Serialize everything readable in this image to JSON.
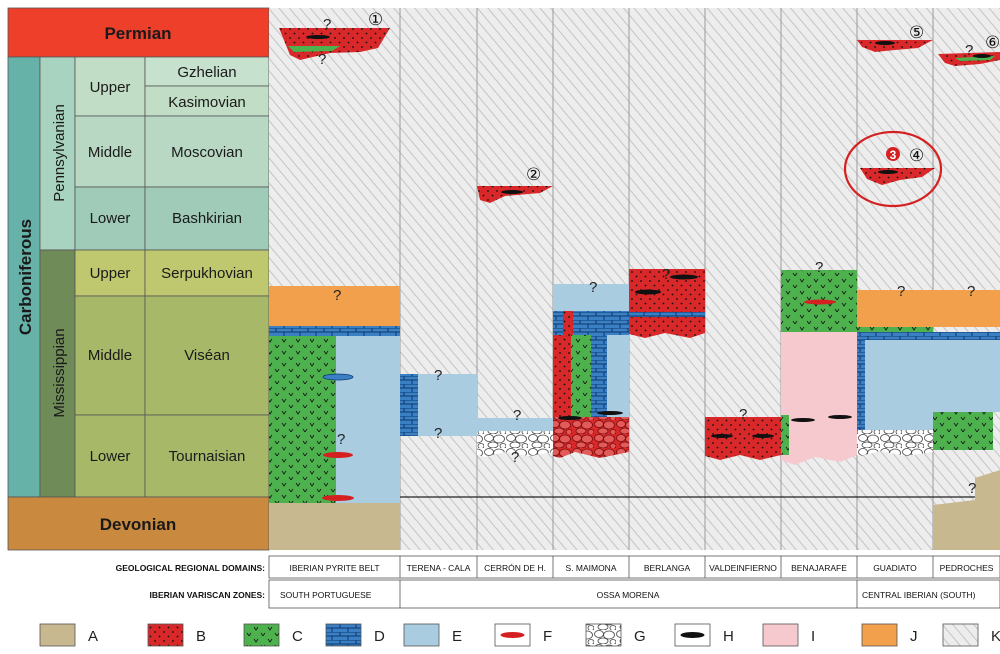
{
  "colors": {
    "permian": "#ee3f2a",
    "carboniferous": "#66b2a9",
    "pennsylvanian": "#a9d3c1",
    "mississippian": "#6f8c58",
    "mississippian_epochs": "#a7b969",
    "devonian": "#c98a3f",
    "A": "#c8b890",
    "B": "#d9282a",
    "C": "#4db14e",
    "D": "#3b7fc4",
    "E": "#a9cce0",
    "F": "#d42020",
    "H": "#111111",
    "I": "#f6c9cf",
    "J": "#f3a04c",
    "K": "#e2e2e2",
    "highlight": "#d42020"
  },
  "periods": {
    "permian": "Permian",
    "carboniferous": "Carboniferous",
    "devonian": "Devonian"
  },
  "subperiods": {
    "pennsylvanian": "Pennsylvanian",
    "mississippian": "Mississippian"
  },
  "epochs": {
    "penn_upper": "Upper",
    "penn_middle": "Middle",
    "penn_lower": "Lower",
    "miss_upper": "Upper",
    "miss_middle": "Middle",
    "miss_lower": "Lower"
  },
  "stages": {
    "gzhelian": "Gzhelian",
    "kasimovian": "Kasimovian",
    "moscovian": "Moscovian",
    "bashkirian": "Bashkirian",
    "serpukhovian": "Serpukhovian",
    "visean": "Viséan",
    "tournaisian": "Tournaisian"
  },
  "domains_row_label": "GEOLOGICAL REGIONAL DOMAINS:",
  "domains": [
    "IBERIAN PYRITE BELT",
    "TERENA - CALA",
    "CERRÓN DE H.",
    "S. MAIMONA",
    "BERLANGA",
    "VALDEINFIERNO",
    "BENAJARAFE",
    "GUADIATO",
    "PEDROCHES"
  ],
  "zones_row_label": "IBERIAN VARISCAN ZONES:",
  "zones": [
    "SOUTH PORTUGUESE",
    "OSSA MORENA",
    "CENTRAL IBERIAN (SOUTH)"
  ],
  "question_mark": "?",
  "circled_numbers": [
    "①",
    "②",
    "3",
    "④",
    "⑤",
    "⑥"
  ],
  "legend": [
    {
      "key": "A",
      "icon": "sandstone-swatch"
    },
    {
      "key": "B",
      "icon": "red-dotted-swatch"
    },
    {
      "key": "C",
      "icon": "green-v-swatch"
    },
    {
      "key": "D",
      "icon": "blue-brick-swatch"
    },
    {
      "key": "E",
      "icon": "light-blue-swatch"
    },
    {
      "key": "F",
      "icon": "red-lens-swatch"
    },
    {
      "key": "G",
      "icon": "pebbles-swatch"
    },
    {
      "key": "H",
      "icon": "black-lens-swatch"
    },
    {
      "key": "I",
      "icon": "pink-swatch"
    },
    {
      "key": "J",
      "icon": "orange-swatch"
    },
    {
      "key": "K",
      "icon": "hatched-grey-swatch"
    }
  ]
}
